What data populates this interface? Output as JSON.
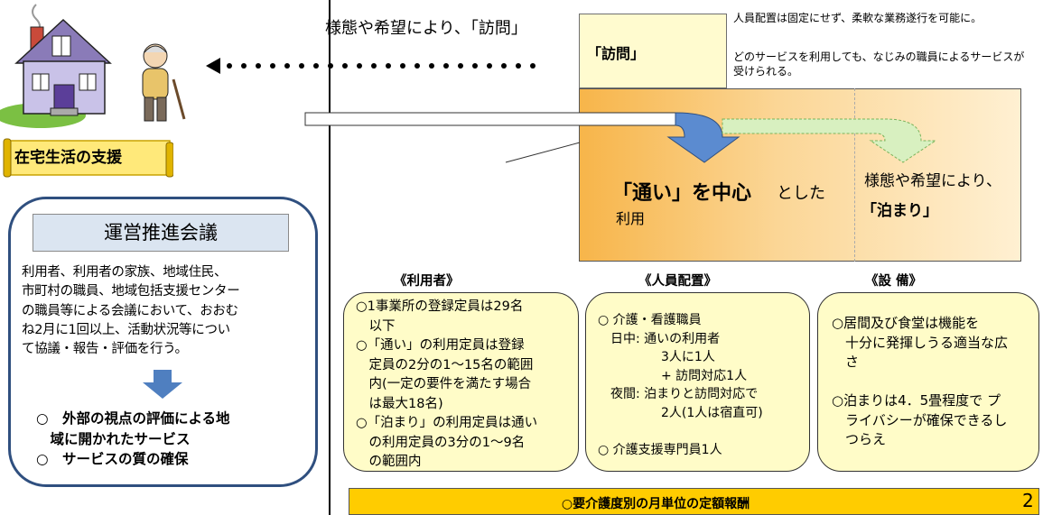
{
  "left": {
    "banner_label": "在宅生活の支援",
    "council": {
      "title": "運営推進会議",
      "body_lines": [
        "利用者、利用者の家族、地域住民、",
        "市町村の職員、地域包括支援センター",
        "の職員等による会議において、おおむ",
        "ね2月に1回以上、活動状況等につい",
        "て協議・報告・評価を行う。"
      ],
      "item1_lines": [
        "○　外部の視点の評価による地",
        "　域に開かれたサービス"
      ],
      "item2": "○　サービスの質の確保"
    }
  },
  "visit": {
    "caption": "様態や希望により、「訪問」",
    "box_label": "「訪問」",
    "note1": "人員配置は固定にせず、柔軟な業務遂行を可能に。",
    "note2": "どのサービスを利用しても、なじみの職員によるサービスが受けられる。"
  },
  "center": {
    "main": "「通い」を中心",
    "suffix": "とした",
    "use": "利用",
    "stay_caption": "様態や希望により、",
    "stay_label": "「泊まり」"
  },
  "headings": {
    "users": "《利用者》",
    "staff": "《人員配置》",
    "equip": "《設 備》"
  },
  "users_lines": [
    "○1事業所の登録定員は29名",
    "　以下",
    "○「通い」の利用定員は登録",
    "　定員の2分の1～15名の範囲",
    "　内(一定の要件を満たす場合",
    "　は最大18名)",
    "○「泊まり」の利用定員は通い",
    "　の利用定員の3分の1～9名",
    "　の範囲内"
  ],
  "staff_lines": [
    "○ 介護・看護職員",
    "　日中: 通いの利用者",
    "　　　　　3人に1人",
    "　　　　　+ 訪問対応1人",
    "　夜間: 泊まりと訪問対応で",
    "　　　　　2人(1人は宿直可)",
    "",
    "○ 介護支援専門員1人"
  ],
  "equip_lines": [
    "○居間及び食堂は機能を",
    "　十分に発揮しうる適当な広",
    "　さ",
    "",
    "○泊まりは4．5畳程度で プ",
    "　ライバシーが確保できるし",
    "　つらえ"
  ],
  "bottom": {
    "text": "○要介護度別の月単位の定額報酬",
    "page_number": "2"
  },
  "colors": {
    "council_border": "#2f4f7f",
    "council_title_bg": "#dbe5f1",
    "arrow_blue": "#4f7fc0",
    "box_yellow": "#fffcc8",
    "bottom_bar": "#ffcc00"
  }
}
